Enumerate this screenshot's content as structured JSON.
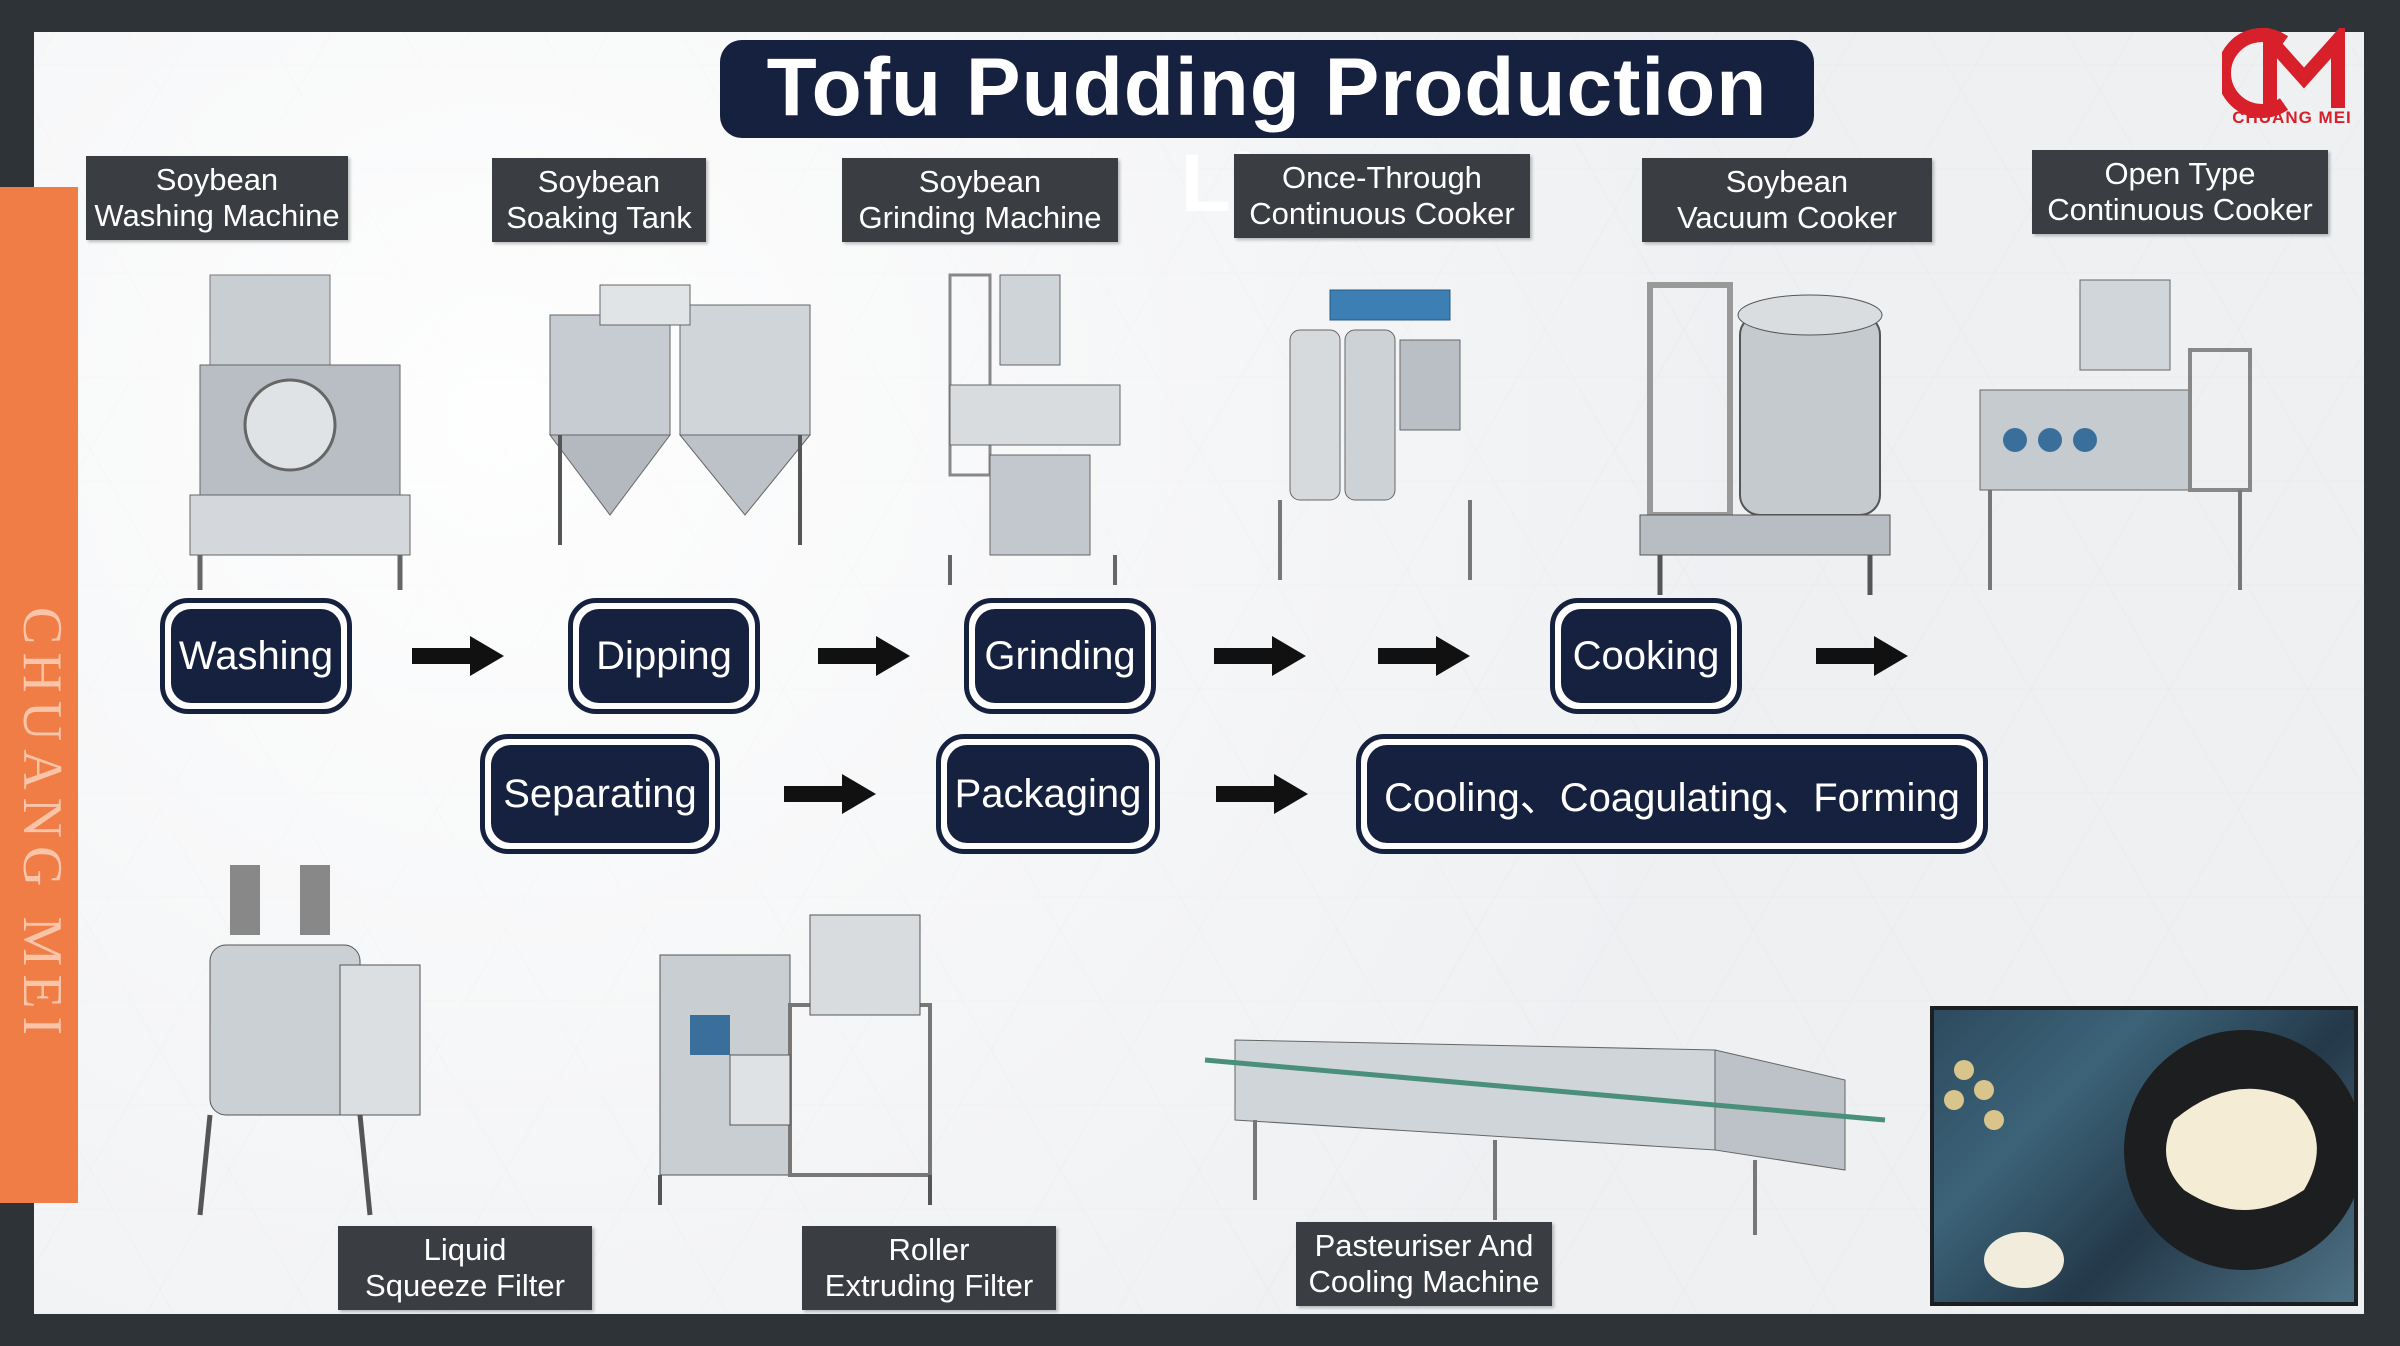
{
  "title": "Tofu Pudding Production Line",
  "brand": {
    "logo_text": "CHUANG MEI",
    "side_text": "CHUANG MEI"
  },
  "machines": {
    "washing": [
      "Soybean",
      "Washing Machine"
    ],
    "soaking": [
      "Soybean",
      "Soaking Tank"
    ],
    "grinding": [
      "Soybean",
      "Grinding Machine"
    ],
    "once_through": [
      "Once-Through",
      "Continuous Cooker"
    ],
    "vacuum": [
      "Soybean",
      "Vacuum Cooker"
    ],
    "open_type": [
      "Open Type",
      "Continuous Cooker"
    ],
    "liquid_filter": [
      "Liquid",
      "Squeeze Filter"
    ],
    "roller_filter": [
      "Roller",
      "Extruding Filter"
    ],
    "pasteuriser": [
      "Pasteuriser And",
      "Cooling Machine"
    ]
  },
  "steps": {
    "washing": "Washing",
    "dipping": "Dipping",
    "grinding": "Grinding",
    "cooking": "Cooking",
    "separating": "Separating",
    "packaging": "Packaging",
    "cooling": "Cooling、Coagulating、Forming"
  },
  "colors": {
    "navy": "#16213f",
    "label_bg": "#3a3d41",
    "accent_orange": "#f07c46",
    "logo_red": "#d8202a"
  },
  "icons": [
    "arrow-right-icon",
    "chuang-mei-logo-icon"
  ]
}
